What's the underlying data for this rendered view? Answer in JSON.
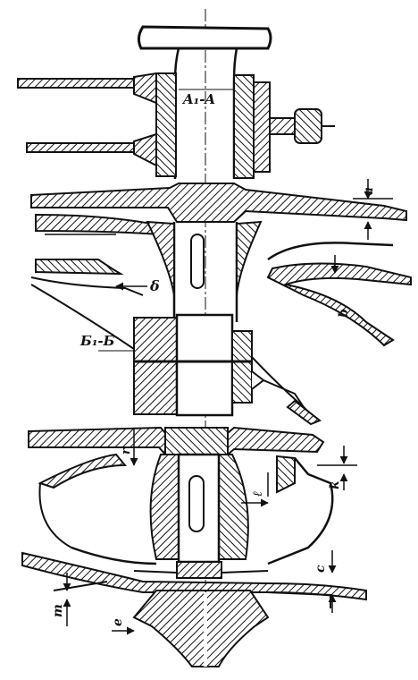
{
  "drawing": {
    "labels": {
      "section_a": "A₁-A",
      "section_b": "Б₁-Б",
      "dim_delta": "δ",
      "dim_a": "a",
      "dim_b": "b",
      "dim_c": "c",
      "dim_k": "k",
      "dim_l": "ℓ",
      "dim_m": "m",
      "dim_e": "e",
      "dim_r": "r"
    },
    "colors": {
      "ink": "#111111",
      "paper": "#ffffff"
    }
  }
}
